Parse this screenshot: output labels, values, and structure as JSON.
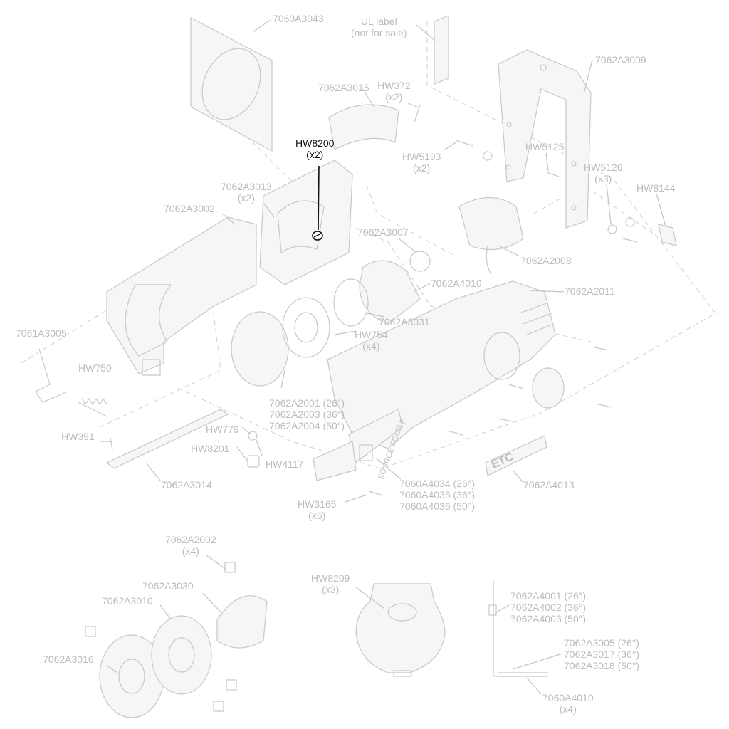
{
  "highlight_color": "#111111",
  "muted_color": "#bcbcbc",
  "labels": {
    "l7060a3043": "7060A3043",
    "ul_label_1": "UL label",
    "ul_label_2": "(not for sale)",
    "l7062a3009": "7062A3009",
    "l7062a3015": "7062A3015",
    "hw372_1": "HW372",
    "hw372_2": "(x2)",
    "hw8200_1": "HW8200",
    "hw8200_2": "(x2)",
    "hw5193_1": "HW5193",
    "hw5193_2": "(x2)",
    "hw5125": "HW5125",
    "hw5126_1": "HW5126",
    "hw5126_2": "(x3)",
    "l7062a3013_1": "7062A3013",
    "l7062a3013_2": "(x2)",
    "hw8144": "HW8144",
    "l7062a3002": "7062A3002",
    "l7062a3007": "7062A3007",
    "l7062a2008": "7062A2008",
    "l7062a4010": "7062A4010",
    "l7062a2011": "7062A2011",
    "l7062a3031": "7062A3031",
    "l7061a3005": "7061A3005",
    "hw754_1": "HW754",
    "hw754_2": "(x4)",
    "hw750": "HW750",
    "l7062a2001": "7062A2001 (26°)",
    "l7062a2003": "7062A2003 (36°)",
    "l7062a2004": "7062A2004 (50°)",
    "hw391": "HW391",
    "hw779": "HW779",
    "hw8201": "HW8201",
    "hw4117": "HW4117",
    "l7062a3014": "7062A3014",
    "l7062a4013": "7062A4013",
    "l7060a4034": "7060A4034 (26°)",
    "l7060a4035": "7060A4035 (36°)",
    "l7060a4036": "7060A4036 (50°)",
    "hw3165_1": "HW3165",
    "hw3165_2": "(x6)",
    "l7062a2002_1": "7062A2002",
    "l7062a2002_2": "(x4)",
    "l7062a3030": "7062A3030",
    "l7062a3010": "7062A3010",
    "l7062a3016": "7062A3016",
    "hw8209_1": "HW8209",
    "hw8209_2": "(x3)",
    "l7062a4001": "7062A4001 (26°)",
    "l7062a4002": "7062A4002 (36°)",
    "l7062a4003": "7062A4003 (50°)",
    "l7062a3005": "7062A3005 (26°)",
    "l7062a3017": "7062A3017 (36°)",
    "l7062a3018": "7062A3018 (50°)",
    "l7060a4010_1": "7060A4010",
    "l7060a4010_2": "(x4)"
  },
  "product_logo_text": "ETC",
  "product_plate_text": "SOURCE FOUR jr"
}
